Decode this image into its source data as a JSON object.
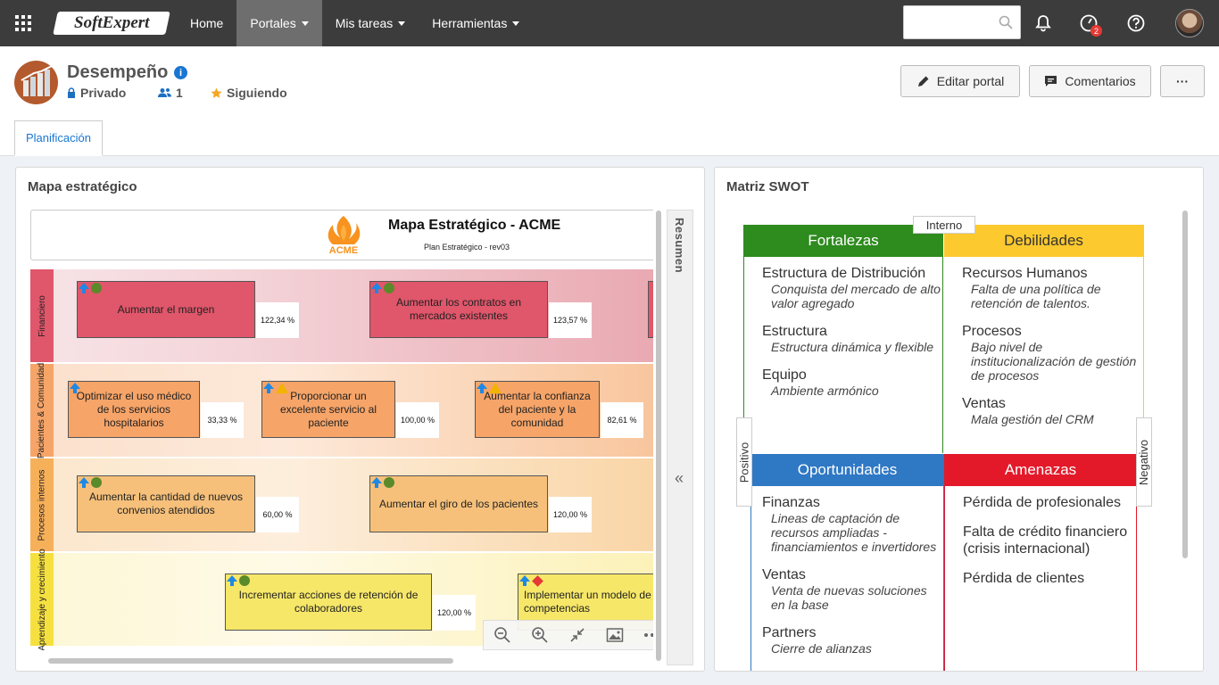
{
  "topbar": {
    "logo": "SoftExpert",
    "nav": [
      {
        "label": "Home",
        "dropdown": false,
        "active": false
      },
      {
        "label": "Portales",
        "dropdown": true,
        "active": true
      },
      {
        "label": "Mis tareas",
        "dropdown": true,
        "active": false
      },
      {
        "label": "Herramientas",
        "dropdown": true,
        "active": false
      }
    ],
    "search": {
      "value": "",
      "placeholder": ""
    },
    "timer_badge": "2",
    "icons": [
      "apps-grid-icon",
      "search-icon",
      "bell-icon",
      "timer-icon",
      "help-icon",
      "avatar"
    ]
  },
  "header": {
    "title": "Desempeño",
    "info_symbol": "i",
    "privacy": "Privado",
    "members": "1",
    "following": "Siguiendo",
    "edit_button": "Editar portal",
    "comments_button": "Comentarios",
    "more_button": "···",
    "tab": "Planificación"
  },
  "map_panel": {
    "title": "Mapa estratégico",
    "map_title": "Mapa Estratégico - ACME",
    "map_subtitle": "Plan Estratégico - rev03",
    "logo_text": "ACME",
    "side_label": "Resumen",
    "collapse_symbol": "«",
    "bands": [
      {
        "label": "Financiero",
        "color_from": "#e6a3ac",
        "color_to": "#efc4ca"
      },
      {
        "label": "Pacientes & Comunidad",
        "color_from": "#f8c69c",
        "color_to": "#f9d5b4"
      },
      {
        "label": "Procesos internos",
        "color_from": "#f9d7a8",
        "color_to": "#fae2bf"
      },
      {
        "label": "Aprendizaje y crecimiento",
        "color_from": "#fcf2b8",
        "color_to": "#fdf6cf"
      }
    ],
    "objectives": [
      {
        "text": "Aumentar el margen",
        "pct": "122,34 %",
        "color": "#e0566a",
        "indicators": [
          "arrow",
          "dot"
        ]
      },
      {
        "text": "Aumentar los contratos en mercados existentes",
        "pct": "123,57 %",
        "color": "#e0566a",
        "indicators": [
          "arrow",
          "dot"
        ]
      },
      {
        "text": "Optimizar el uso médico de los servicios hospitalarios",
        "pct": "33,33 %",
        "color": "#f6a468",
        "indicators": [
          "arrow"
        ]
      },
      {
        "text": "Proporcionar un excelente servicio al paciente",
        "pct": "100,00 %",
        "color": "#f6a468",
        "indicators": [
          "arrow",
          "triangle"
        ]
      },
      {
        "text": "Aumentar la confianza del paciente y la comunidad",
        "pct": "82,61 %",
        "color": "#f6a468",
        "indicators": [
          "arrow",
          "triangle"
        ]
      },
      {
        "text": "Aumentar la cantidad de nuevos convenios atendidos",
        "pct": "60,00 %",
        "color": "#f6c07a",
        "indicators": [
          "arrow",
          "dot"
        ]
      },
      {
        "text": "Aumentar el giro de los pacientes",
        "pct": "120,00 %",
        "color": "#f6c07a",
        "indicators": [
          "arrow",
          "dot"
        ]
      },
      {
        "text": "Incrementar acciones de retención de colaboradores",
        "pct": "120,00 %",
        "color": "#f6e768",
        "indicators": [
          "arrow",
          "dot"
        ]
      },
      {
        "text": "Implementar un modelo de competencias",
        "pct": "",
        "color": "#f6e768",
        "indicators": [
          "arrow",
          "diamond"
        ]
      }
    ],
    "toolbar": [
      "zoom-out-icon",
      "zoom-in-icon",
      "fit-icon",
      "image-icon",
      "more-icon"
    ]
  },
  "swot_panel": {
    "title": "Matriz SWOT",
    "axis_top": "Interno",
    "axis_left": "Positivo",
    "axis_right": "Negativo",
    "quadrants": [
      {
        "title": "Fortalezas",
        "color": "#2e8b1e",
        "text_color": "#ffffff",
        "items": [
          {
            "name": "Estructura de Distribución",
            "sub": "Conquista del mercado de alto valor agregado"
          },
          {
            "name": "Estructura",
            "sub": "Estructura dinámica y flexible"
          },
          {
            "name": "Equipo",
            "sub": "Ambiente armónico"
          }
        ]
      },
      {
        "title": "Debilidades",
        "color": "#fcc92e",
        "text_color": "#333333",
        "items": [
          {
            "name": "Recursos Humanos",
            "sub": "Falta de una política de retención de talentos."
          },
          {
            "name": "Procesos",
            "sub": "Bajo nivel de institucionalización de gestión de procesos"
          },
          {
            "name": "Ventas",
            "sub": "Mala gestión del CRM"
          }
        ]
      },
      {
        "title": "Oportunidades",
        "color": "#2f78c4",
        "text_color": "#ffffff",
        "items": [
          {
            "name": "Finanzas",
            "sub": "Lineas de captación de recursos ampliadas - financiamientos e invertidores"
          },
          {
            "name": "Ventas",
            "sub": "Venta de nuevas soluciones en la base"
          },
          {
            "name": "Partners",
            "sub": "Cierre de alianzas"
          }
        ]
      },
      {
        "title": "Amenazas",
        "color": "#e3192a",
        "text_color": "#ffffff",
        "items": [
          {
            "name": "Pérdida de profesionales",
            "sub": ""
          },
          {
            "name": "Falta de crédito financiero (crisis internacional)",
            "sub": ""
          },
          {
            "name": "Pérdida de clientes",
            "sub": ""
          }
        ]
      }
    ]
  }
}
